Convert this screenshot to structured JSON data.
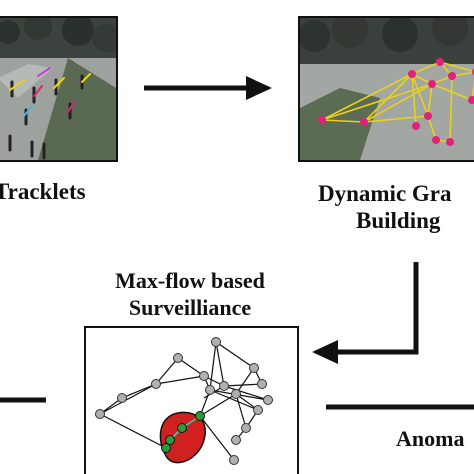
{
  "stages": {
    "tracklets": {
      "label": "Tracklets"
    },
    "dynamic_graph": {
      "label_line1": "Dynamic Gra",
      "label_line2": "Building"
    },
    "maxflow": {
      "label_line1": "Max-flow based",
      "label_line2": "Surveilliance"
    },
    "anomaly": {
      "label": "Anoma"
    }
  },
  "colors": {
    "arrow": "#111111",
    "graph_edge": "#e8d21a",
    "person_marker": "#e0227a",
    "node_fill": "#b0b0b0",
    "region_fill": "#d02020",
    "active_node": "#2a9a3a",
    "flow_edge": "#47c9a0"
  }
}
